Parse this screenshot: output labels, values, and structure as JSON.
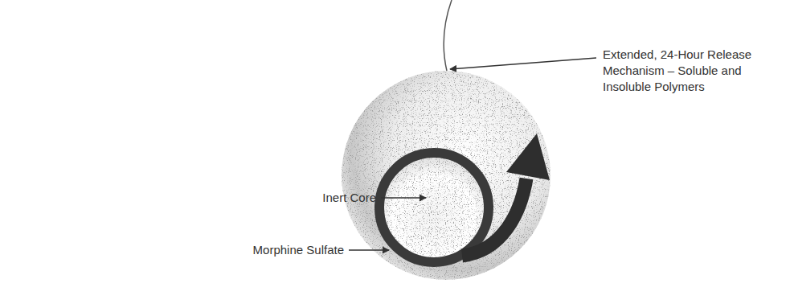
{
  "diagram": {
    "labels": [
      "Extended, 24-Hour Release Mechanism – Soluble and Insoluble Polymers",
      "Inert Core",
      "Morphine Sulfate"
    ]
  }
}
